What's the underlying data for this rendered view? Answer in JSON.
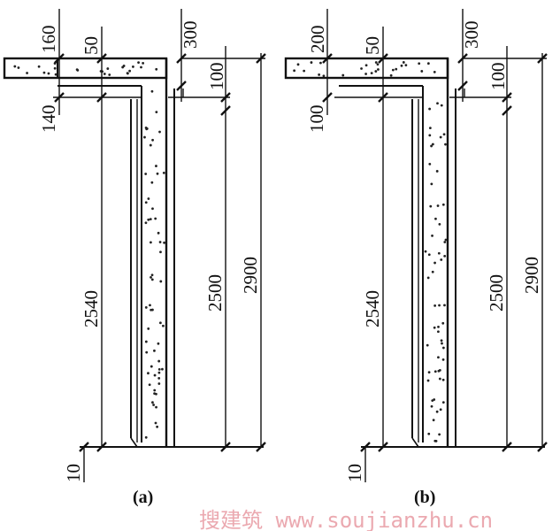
{
  "panels": [
    {
      "id": "a",
      "caption": "(a)",
      "dims": {
        "top_left": "160",
        "offset": "50",
        "wall": "300",
        "drop": "100",
        "step": "140",
        "inner_height": "2540",
        "clear_height": "2500",
        "total_height": "2900",
        "base": "10"
      }
    },
    {
      "id": "b",
      "caption": "(b)",
      "dims": {
        "top_left": "200",
        "offset": "50",
        "wall": "300",
        "drop": "100",
        "step": "100",
        "inner_height": "2540",
        "clear_height": "2500",
        "total_height": "2900",
        "base": "10"
      }
    }
  ],
  "watermark": "搜建筑 www.soujianzhu.cn",
  "colors": {
    "line": "#111111",
    "watermark": "#e9a0a8"
  }
}
